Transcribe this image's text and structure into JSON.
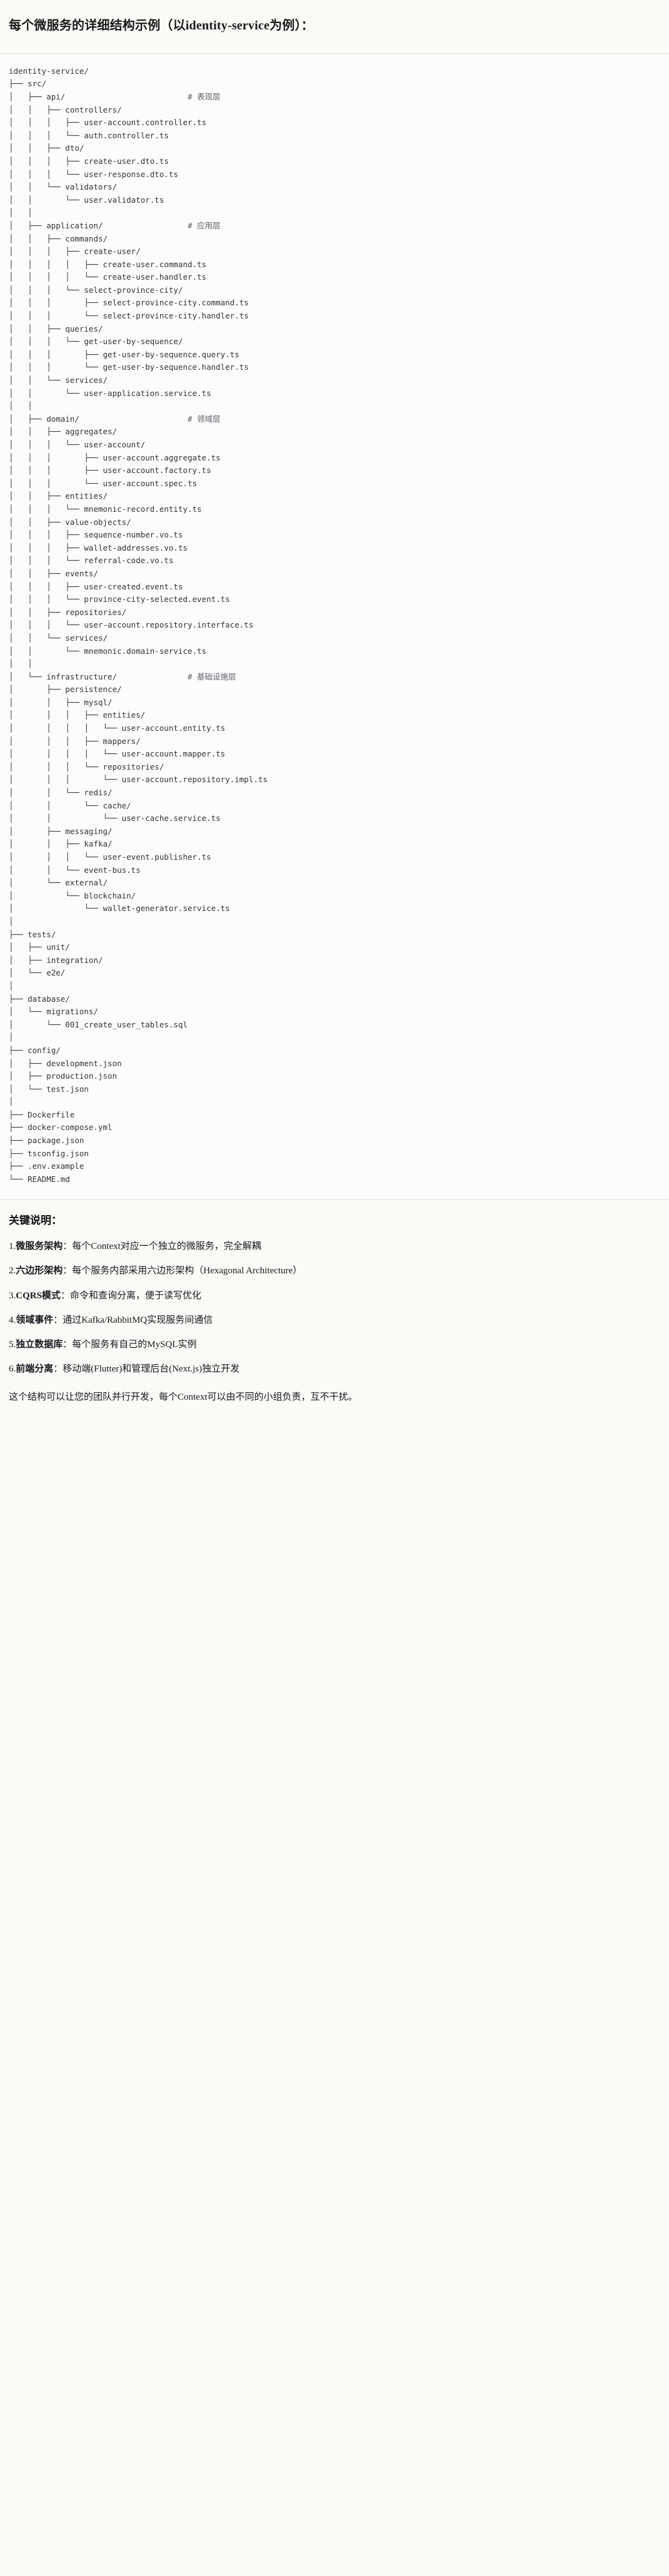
{
  "document": {
    "heading": "每个微服务的详细结构示例（以identity-service为例）：",
    "tree_text": "identity-service/\n├── src/\n│   ├── api/                          # 表现层\n│   │   ├── controllers/\n│   │   │   ├── user-account.controller.ts\n│   │   │   └── auth.controller.ts\n│   │   ├── dto/\n│   │   │   ├── create-user.dto.ts\n│   │   │   └── user-response.dto.ts\n│   │   └── validators/\n│   │       └── user.validator.ts\n│   │\n│   ├── application/                  # 应用层\n│   │   ├── commands/\n│   │   │   ├── create-user/\n│   │   │   │   ├── create-user.command.ts\n│   │   │   │   └── create-user.handler.ts\n│   │   │   └── select-province-city/\n│   │   │       ├── select-province-city.command.ts\n│   │   │       └── select-province-city.handler.ts\n│   │   ├── queries/\n│   │   │   └── get-user-by-sequence/\n│   │   │       ├── get-user-by-sequence.query.ts\n│   │   │       └── get-user-by-sequence.handler.ts\n│   │   └── services/\n│   │       └── user-application.service.ts\n│   │\n│   ├── domain/                       # 领域层\n│   │   ├── aggregates/\n│   │   │   └── user-account/\n│   │   │       ├── user-account.aggregate.ts\n│   │   │       ├── user-account.factory.ts\n│   │   │       └── user-account.spec.ts\n│   │   ├── entities/\n│   │   │   └── mnemonic-record.entity.ts\n│   │   ├── value-objects/\n│   │   │   ├── sequence-number.vo.ts\n│   │   │   ├── wallet-addresses.vo.ts\n│   │   │   └── referral-code.vo.ts\n│   │   ├── events/\n│   │   │   ├── user-created.event.ts\n│   │   │   └── province-city-selected.event.ts\n│   │   ├── repositories/\n│   │   │   └── user-account.repository.interface.ts\n│   │   └── services/\n│   │       └── mnemonic.domain-service.ts\n│   │\n│   └── infrastructure/               # 基础设施层\n│       ├── persistence/\n│       │   ├── mysql/\n│       │   │   ├── entities/\n│       │   │   │   └── user-account.entity.ts\n│       │   │   ├── mappers/\n│       │   │   │   └── user-account.mapper.ts\n│       │   │   └── repositories/\n│       │   │       └── user-account.repository.impl.ts\n│       │   └── redis/\n│       │       └── cache/\n│       │           └── user-cache.service.ts\n│       ├── messaging/\n│       │   ├── kafka/\n│       │   │   └── user-event.publisher.ts\n│       │   └── event-bus.ts\n│       └── external/\n│           └── blockchain/\n│               └── wallet-generator.service.ts\n│\n├── tests/\n│   ├── unit/\n│   ├── integration/\n│   └── e2e/\n│\n├── database/\n│   └── migrations/\n│       └── 001_create_user_tables.sql\n│\n├── config/\n│   ├── development.json\n│   ├── production.json\n│   └── test.json\n│\n├── Dockerfile\n├── docker-compose.yml\n├── package.json\n├── tsconfig.json\n├── .env.example\n└── README.md",
    "notes_title": "关键说明：",
    "notes": [
      {
        "num": "1.",
        "term": "微服务架构",
        "sep": "：",
        "desc": "每个Context对应一个独立的微服务，完全解耦"
      },
      {
        "num": "2.",
        "term": "六边形架构",
        "sep": "：",
        "desc": "每个服务内部采用六边形架构（Hexagonal Architecture）"
      },
      {
        "num": "3.",
        "term": "CQRS模式",
        "sep": "：",
        "desc": "命令和查询分离，便于读写优化"
      },
      {
        "num": "4.",
        "term": "领域事件",
        "sep": "：",
        "desc": "通过Kafka/RabbitMQ实现服务间通信"
      },
      {
        "num": "5.",
        "term": "独立数据库",
        "sep": "：",
        "desc": "每个服务有自己的MySQL实例"
      },
      {
        "num": "6.",
        "term": "前端分离",
        "sep": "：",
        "desc": "移动端(Flutter)和管理后台(Next.js)独立开发"
      }
    ],
    "closing": "这个结构可以让您的团队并行开发，每个Context可以由不同的小组负责，互不干扰。",
    "comments": {
      "api": "# 表现层",
      "application": "# 应用层",
      "domain": "# 领域层",
      "infrastructure": "# 基础设施层"
    },
    "colors": {
      "page_bg": "#fbfaf7",
      "code_bg": "#fcfcfb",
      "code_text": "#2f3337",
      "comment_text": "#5a6069",
      "rule": "#e3e0d9",
      "heading": "#1a1a1a"
    }
  }
}
